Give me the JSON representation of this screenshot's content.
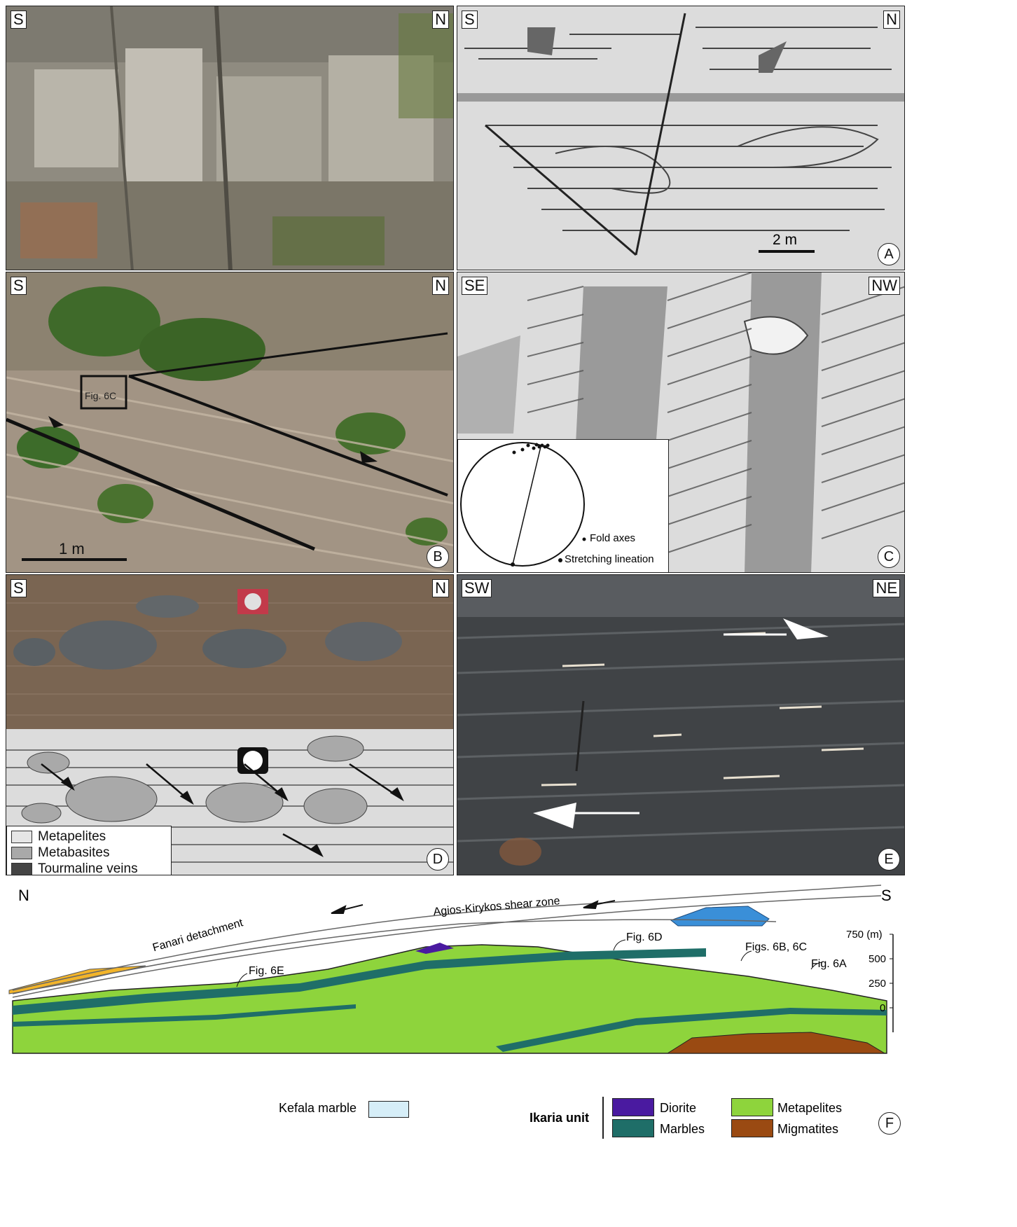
{
  "panels": {
    "a_photo": {
      "left": "S",
      "right": "N"
    },
    "a_sketch": {
      "left": "S",
      "right": "N",
      "letter": "A",
      "scale": "2 m"
    },
    "b": {
      "left": "S",
      "right": "N",
      "letter": "B",
      "scale": "1 m",
      "inset": "Fig. 6C"
    },
    "c": {
      "left": "SE",
      "right": "NW",
      "letter": "C",
      "legend": [
        "Fold axes",
        "Stretching lineation"
      ]
    },
    "d": {
      "left": "S",
      "right": "N",
      "letter": "D",
      "legend": [
        "Metapelites",
        "Metabasites",
        "Tourmaline veins"
      ]
    },
    "e": {
      "left": "SW",
      "right": "NE",
      "letter": "E"
    },
    "f": {
      "left": "N",
      "right": "S",
      "letter": "F",
      "labels": {
        "detachment": "Fanari detachment",
        "shear_zone": "Agios-Kirykos shear zone",
        "fig6d": "Fig. 6D",
        "fig6bc": "Figs. 6B, 6C",
        "fig6a": "Fig. 6A",
        "fig6e": "Fig. 6E"
      },
      "axis": [
        "750 (m)",
        "500",
        "250",
        "0"
      ],
      "legend": {
        "kefala": "Kefala marble",
        "unit": "Ikaria unit",
        "diorite": "Diorite",
        "marbles": "Marbles",
        "metapelites": "Metapelites",
        "migmatites": "Migmatites"
      },
      "colors": {
        "metapelites": "#8ed43c",
        "marbles": "#1f6e68",
        "diorite": "#4a1aa0",
        "migmatites": "#9a4a12",
        "kefala": "#d6eef8",
        "yellow": "#f2b42a",
        "blue": "#3a8fd8"
      }
    }
  }
}
